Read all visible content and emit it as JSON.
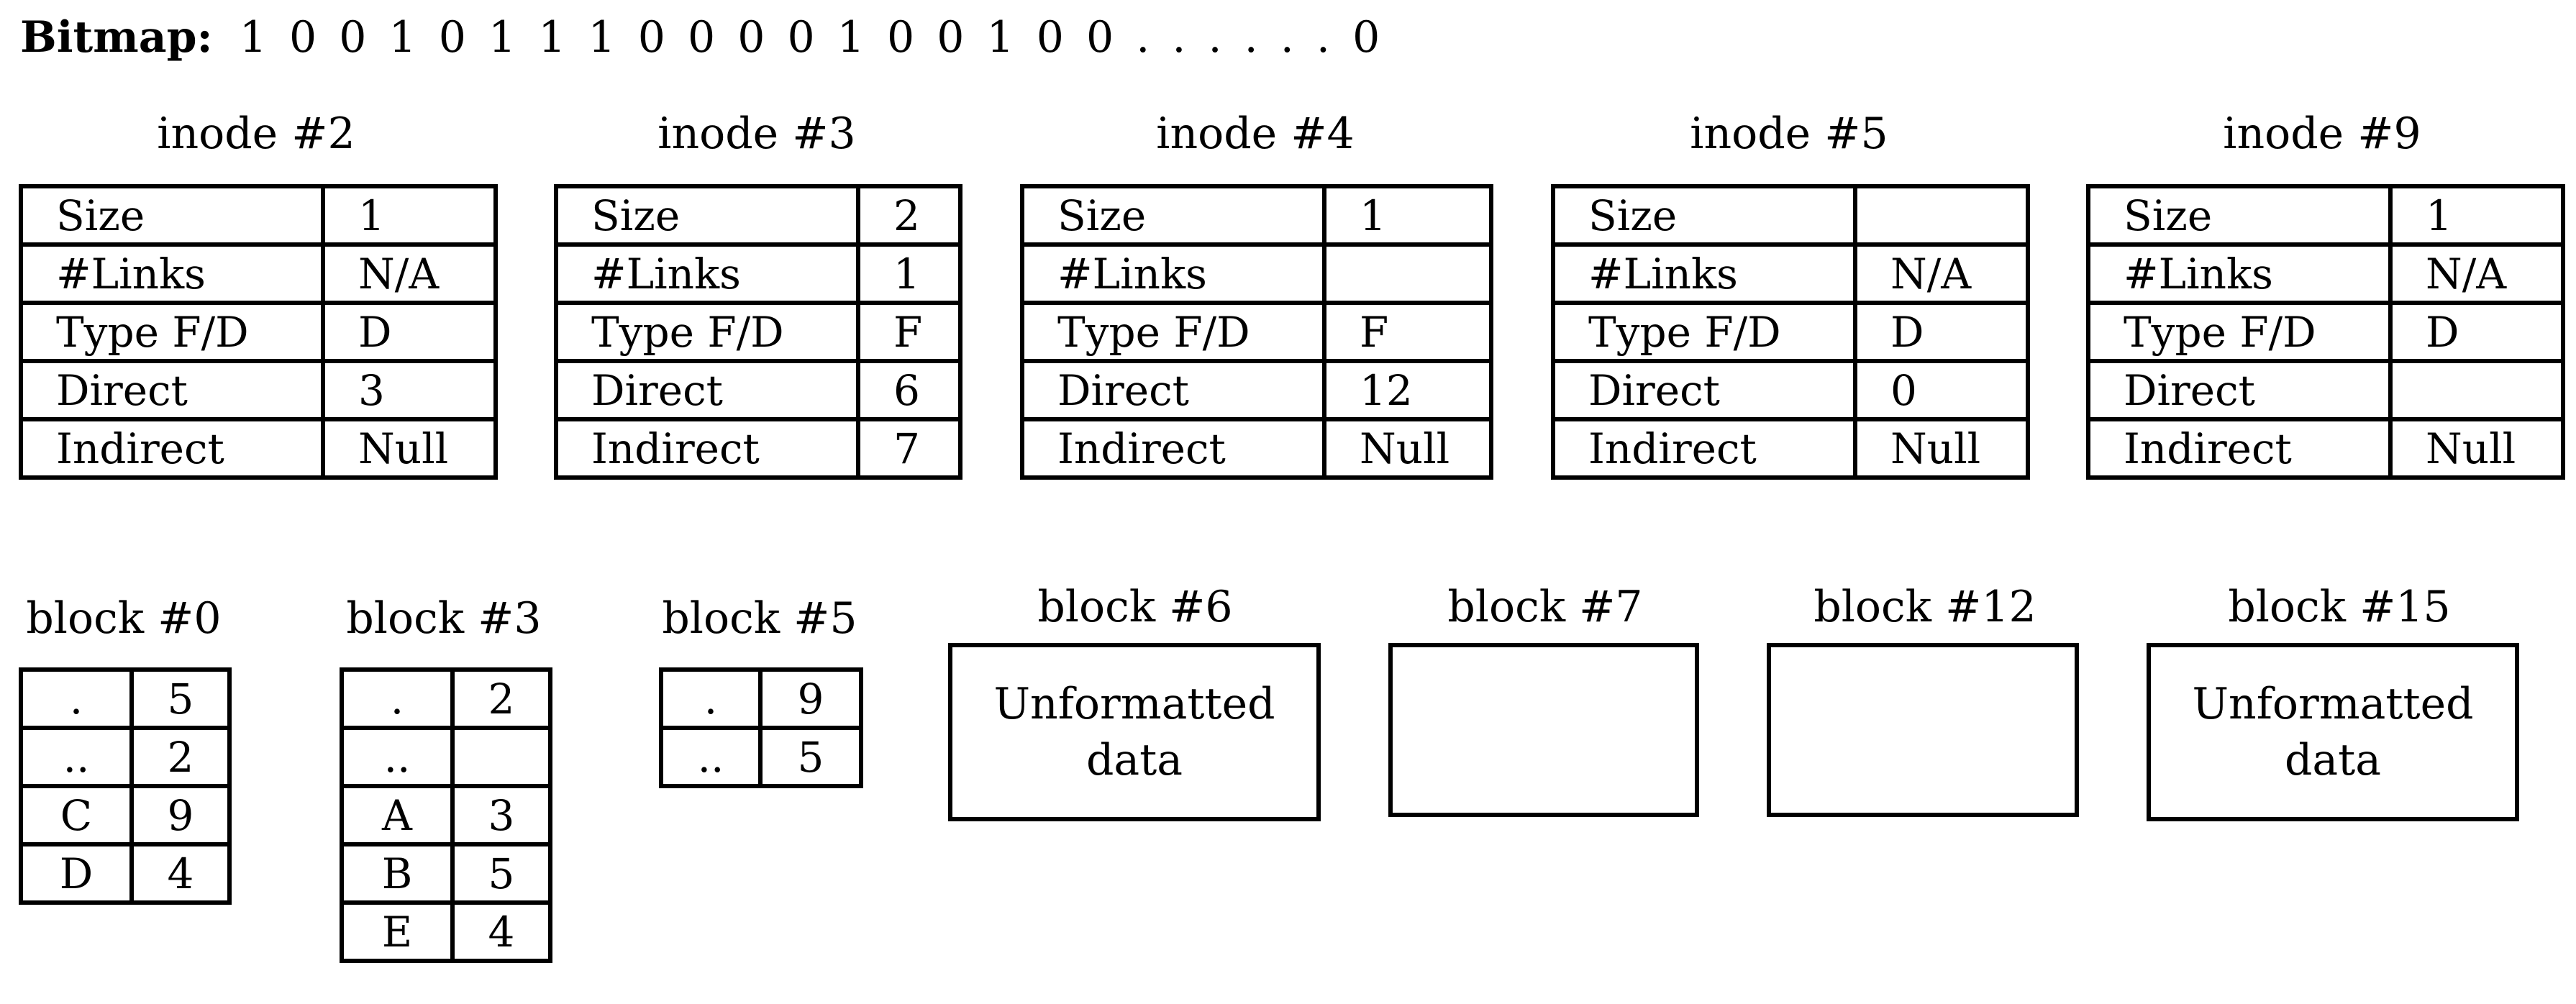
{
  "bitmap": {
    "label": "Bitmap:",
    "value": "1 0 0 1 0 1 1 1 0 0 0 0 1 0 0 1 0 0 . . . . . . 0"
  },
  "inodes": [
    {
      "title": "inode #2",
      "rows": [
        {
          "field": "Size",
          "value": "1"
        },
        {
          "field": "#Links",
          "value": "N/A"
        },
        {
          "field": "Type F/D",
          "value": "D"
        },
        {
          "field": "Direct",
          "value": "3"
        },
        {
          "field": "Indirect",
          "value": "Null"
        }
      ]
    },
    {
      "title": "inode #3",
      "rows": [
        {
          "field": "Size",
          "value": "2"
        },
        {
          "field": "#Links",
          "value": "1"
        },
        {
          "field": "Type F/D",
          "value": "F"
        },
        {
          "field": "Direct",
          "value": "6"
        },
        {
          "field": "Indirect",
          "value": "7"
        }
      ]
    },
    {
      "title": "inode #4",
      "rows": [
        {
          "field": "Size",
          "value": "1"
        },
        {
          "field": "#Links",
          "value": ""
        },
        {
          "field": "Type F/D",
          "value": "F"
        },
        {
          "field": "Direct",
          "value": "12"
        },
        {
          "field": "Indirect",
          "value": "Null"
        }
      ]
    },
    {
      "title": "inode #5",
      "rows": [
        {
          "field": "Size",
          "value": ""
        },
        {
          "field": "#Links",
          "value": "N/A"
        },
        {
          "field": "Type F/D",
          "value": "D"
        },
        {
          "field": "Direct",
          "value": "0"
        },
        {
          "field": "Indirect",
          "value": "Null"
        }
      ]
    },
    {
      "title": "inode #9",
      "rows": [
        {
          "field": "Size",
          "value": "1"
        },
        {
          "field": "#Links",
          "value": "N/A"
        },
        {
          "field": "Type F/D",
          "value": "D"
        },
        {
          "field": "Direct",
          "value": ""
        },
        {
          "field": "Indirect",
          "value": "Null"
        }
      ]
    }
  ],
  "dir_blocks": [
    {
      "title": "block #0",
      "entries": [
        {
          "name": ".",
          "inode": "5"
        },
        {
          "name": "..",
          "inode": "2"
        },
        {
          "name": "C",
          "inode": "9"
        },
        {
          "name": "D",
          "inode": "4"
        }
      ]
    },
    {
      "title": "block #3",
      "entries": [
        {
          "name": ".",
          "inode": "2"
        },
        {
          "name": "..",
          "inode": ""
        },
        {
          "name": "A",
          "inode": "3"
        },
        {
          "name": "B",
          "inode": "5"
        },
        {
          "name": "E",
          "inode": "4"
        }
      ]
    },
    {
      "title": "block #5",
      "entries": [
        {
          "name": ".",
          "inode": "9"
        },
        {
          "name": "..",
          "inode": "5"
        }
      ]
    }
  ],
  "data_blocks": [
    {
      "title": "block #6",
      "content": "Unformatted\ndata"
    },
    {
      "title": "block #7",
      "content": ""
    },
    {
      "title": "block #12",
      "content": ""
    },
    {
      "title": "block #15",
      "content": "Unformatted\ndata"
    }
  ]
}
